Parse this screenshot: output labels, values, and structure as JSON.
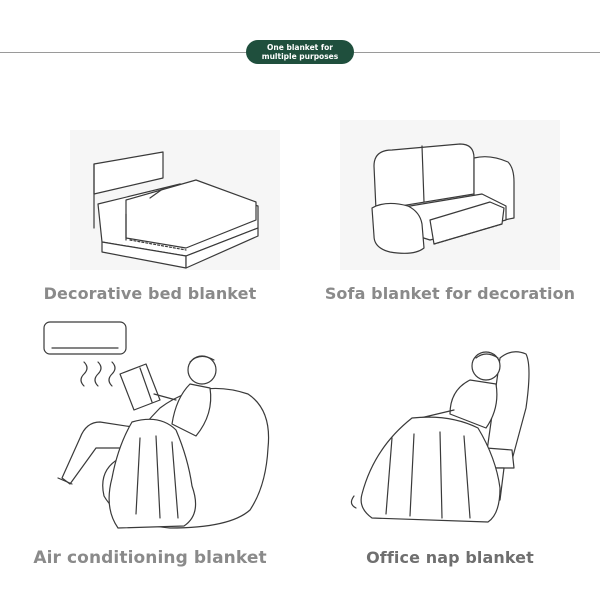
{
  "header": {
    "badge_line1": "One blanket for",
    "badge_line2": "multiple purposes"
  },
  "panels": [
    {
      "caption": "Decorative bed blanket"
    },
    {
      "caption": "Sofa blanket for decoration"
    },
    {
      "caption": "Air conditioning blanket"
    },
    {
      "caption": "Office nap blanket"
    }
  ],
  "colors": {
    "badge": "#1f4f3d",
    "caption": "#8a8a8a"
  }
}
